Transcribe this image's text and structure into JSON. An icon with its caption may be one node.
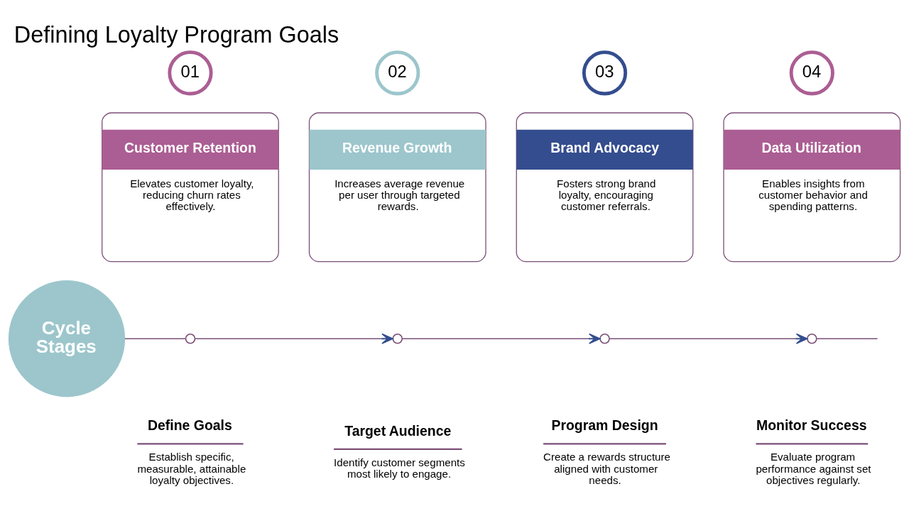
{
  "diagram": {
    "title": "Defining Loyalty Program Goals",
    "nodes": [
      {
        "text": [
          "01"
        ]
      },
      {
        "text": [
          "Customer Retention",
          "Elevates customer loyalty, reducing churn rates effectively."
        ]
      },
      {
        "text": [
          "02"
        ]
      },
      {
        "text": [
          "Revenue Growth",
          "Increases average revenue per user through targeted rewards."
        ]
      },
      {
        "text": [
          "03"
        ]
      },
      {
        "text": [
          "Brand Advocacy",
          "Fosters strong brand loyalty, encouraging customer referrals."
        ]
      },
      {
        "text": [
          "04"
        ]
      },
      {
        "text": [
          "Data Utilization",
          "Enables insights from customer behavior and spending patterns."
        ]
      },
      {
        "text": [
          "Cycle Stages"
        ]
      },
      {
        "text": [],
        "shape": "circle",
        "beside": [
          "Define Goals",
          "Establish specific, measurable, attainable loyalty objectives."
        ]
      },
      {
        "text": [],
        "shape": "circle",
        "beside": [
          "Target Audience",
          "Identify customer segments most likely to engage."
        ]
      },
      {
        "text": [],
        "shape": "circle",
        "beside": [
          "Program Design",
          "Create a rewards structure aligned with customer needs."
        ]
      },
      {
        "text": [],
        "shape": "circle",
        "beside": [
          "Monitor Success",
          "Evaluate program performance against set objectives regularly."
        ]
      }
    ],
    "edges": [
      {
        "from": 8,
        "to": 9,
        "arrow": "none"
      },
      {
        "from": 9,
        "to": 10,
        "arrow": "to"
      },
      {
        "from": 10,
        "to": 11,
        "arrow": "to"
      },
      {
        "from": 11,
        "to": 12,
        "arrow": "to"
      },
      {
        "from": 12,
        "to": null,
        "arrow": "none"
      }
    ]
  }
}
